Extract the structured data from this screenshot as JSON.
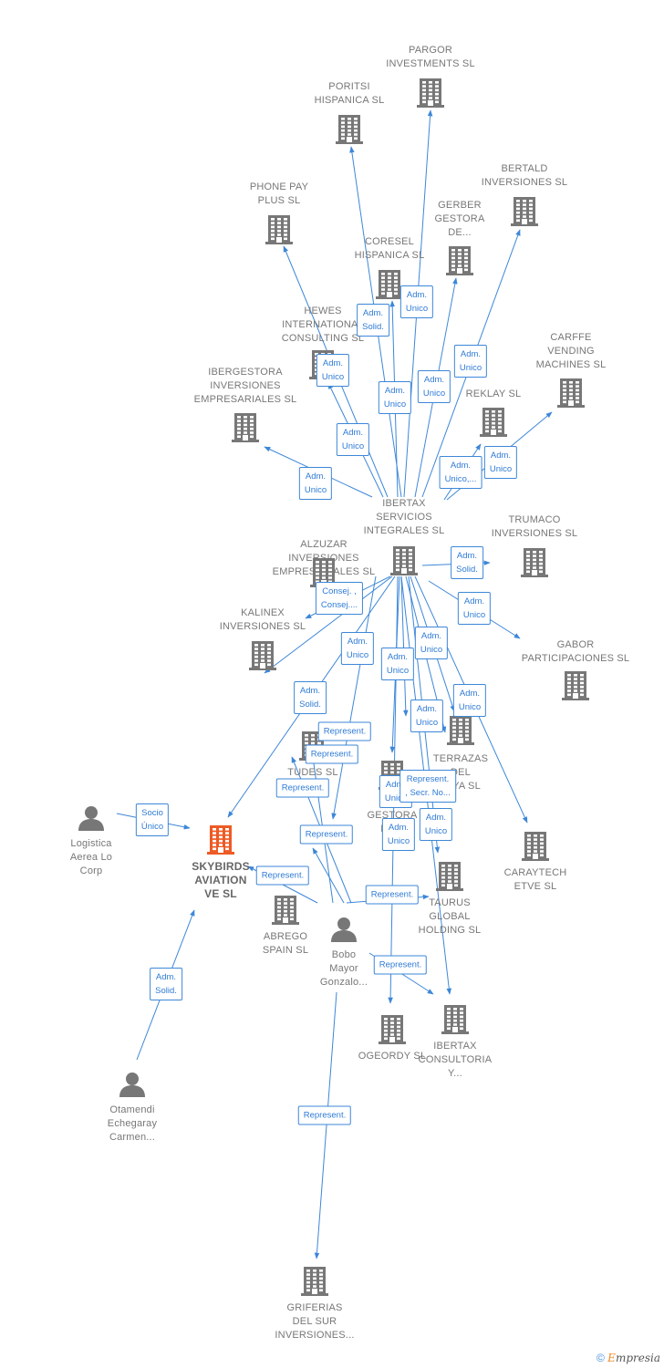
{
  "colors": {
    "edge": "#3d87d8",
    "building": "#777777",
    "building_highlight": "#ee5a24",
    "person": "#777777",
    "label": "#777777"
  },
  "nodes": [
    {
      "id": "pargor",
      "label": "PARGOR\nINVESTMENTS SL",
      "kind": "company"
    },
    {
      "id": "poritsi",
      "label": "PORITSI\nHISPANICA SL",
      "kind": "company"
    },
    {
      "id": "bertald",
      "label": "BERTALD\nINVERSIONES SL",
      "kind": "company"
    },
    {
      "id": "phonepay",
      "label": "PHONE PAY\nPLUS SL",
      "kind": "company"
    },
    {
      "id": "gerber",
      "label": "GERBER\nGESTORA\nDE...",
      "kind": "company"
    },
    {
      "id": "coresel",
      "label": "CORESEL\nHISPANICA SL",
      "kind": "company"
    },
    {
      "id": "hewes",
      "label": "HEWES\nINTERNATIONAL\nCONSULTING SL",
      "kind": "company"
    },
    {
      "id": "carffe",
      "label": "CARFFE\nVENDING\nMACHINES SL",
      "kind": "company"
    },
    {
      "id": "ibergestora",
      "label": "IBERGESTORA\nINVERSIONES\nEMPRESARIALES SL",
      "kind": "company"
    },
    {
      "id": "reklay",
      "label": "REKLAY SL",
      "kind": "company"
    },
    {
      "id": "ibertax_si",
      "label": "IBERTAX\nSERVICIOS\nINTEGRALES SL",
      "kind": "company"
    },
    {
      "id": "trumaco",
      "label": "TRUMACO\nINVERSIONES SL",
      "kind": "company"
    },
    {
      "id": "alzuzar",
      "label": "ALZUZAR\nINVERSIONES\nEMPRESARIALES SL",
      "kind": "company"
    },
    {
      "id": "gabor",
      "label": "GABOR\nPARTICIPACIONES SL",
      "kind": "company"
    },
    {
      "id": "kalinex",
      "label": "KALINEX\nINVERSIONES SL",
      "kind": "company"
    },
    {
      "id": "terrazas",
      "label": "TERRAZAS\nDEL\nLAYA SL",
      "kind": "company"
    },
    {
      "id": "tudes",
      "label": "TUDES SL",
      "kind": "company"
    },
    {
      "id": "bgestora",
      "label": "B\nGESTORA\nDE...",
      "kind": "company"
    },
    {
      "id": "caraytech",
      "label": "CARAYTECH\nETVE SL",
      "kind": "company"
    },
    {
      "id": "logistica",
      "label": "Logistica\nAerea Lo\nCorp",
      "kind": "person"
    },
    {
      "id": "skybirds",
      "label": "SKYBIRDS\nAVIATION\nVE  SL",
      "kind": "company",
      "highlight": true
    },
    {
      "id": "taurus",
      "label": "TAURUS\nGLOBAL\nHOLDING SL",
      "kind": "company"
    },
    {
      "id": "abrego",
      "label": "ABREGO\nSPAIN SL",
      "kind": "company"
    },
    {
      "id": "bobo",
      "label": "Bobo\nMayor\nGonzalo...",
      "kind": "person"
    },
    {
      "id": "ogeordy",
      "label": "OGEORDY SL",
      "kind": "company"
    },
    {
      "id": "ibertax_c",
      "label": "IBERTAX\nCONSULTORIA\nY...",
      "kind": "company"
    },
    {
      "id": "otamendi",
      "label": "Otamendi\nEchegaray\nCarmen...",
      "kind": "person"
    },
    {
      "id": "griferias",
      "label": "GRIFERIAS\nDEL SUR\nINVERSIONES...",
      "kind": "company"
    }
  ],
  "edge_labels": [
    "Adm.\nUnico",
    "Adm.\nSolid.",
    "Adm.\nUnico",
    "Adm.\nUnico",
    "Adm.\nUnico",
    "Adm.\nUnico",
    "Adm.\nUnico",
    "Adm.\nUnico",
    "Adm.\nUnico,...",
    "Adm.\nUnico",
    "Adm.\nSolid.",
    "Adm.\nUnico",
    "Consej. ,\nConsej....",
    "Adm.\nUnico",
    "Adm.\nUnico",
    "Adm.\nUnico",
    "Adm.\nSolid.",
    "Adm.\nUnico",
    "Adm.\nUnico",
    "Adm.\nUnico",
    "Represent.",
    "Represent.\n, Secr. No...",
    "Adm.\nUnico",
    "Adm.\nUnico",
    "Socio\nÚnico",
    "Represent.",
    "Represent.",
    "Represent.",
    "Represent.",
    "Represent.",
    "Represent.",
    "Adm.\nSolid.",
    "Represent."
  ],
  "footer": {
    "copyright": "©",
    "brand_first": "E",
    "brand_rest": "mpresia"
  }
}
